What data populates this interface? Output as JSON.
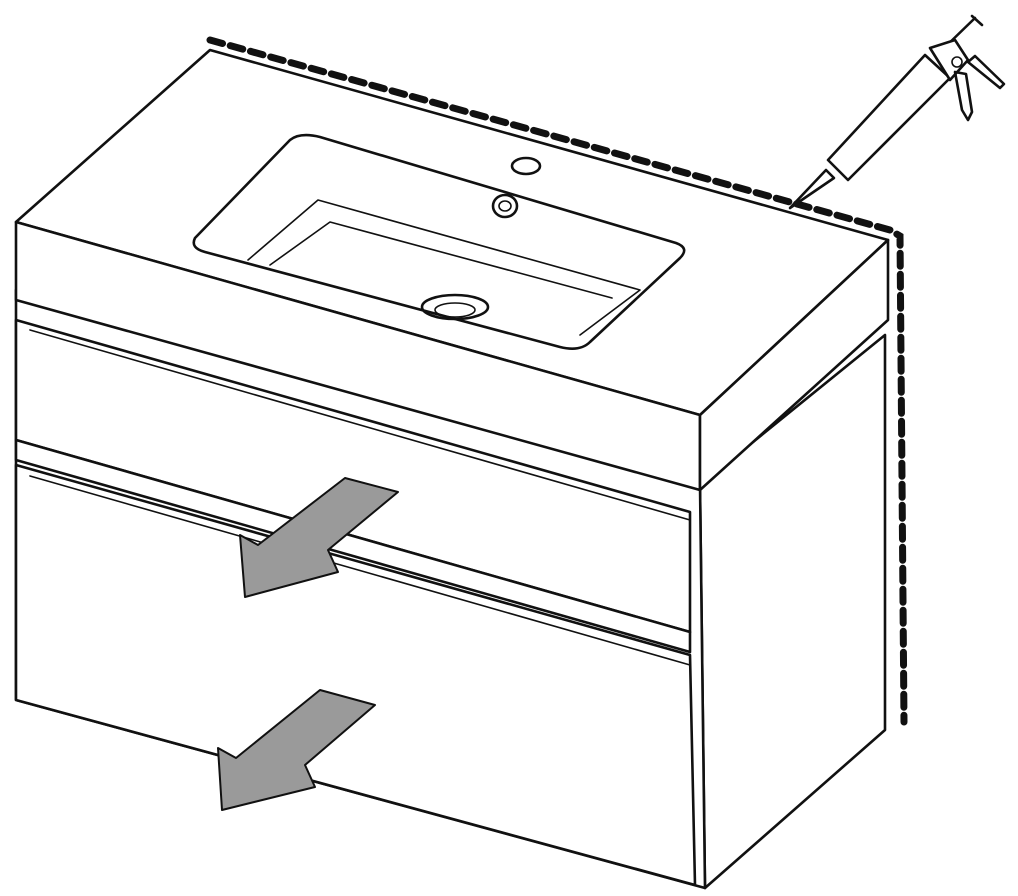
{
  "colors": {
    "line": "#111111",
    "background": "#ffffff",
    "arrow_fill": "#9a9a9a",
    "face_fill": "#ffffff"
  },
  "components": {
    "cabinet": "vanity-cabinet",
    "basin": "washbasin",
    "drawers": [
      "upper-drawer",
      "lower-drawer"
    ],
    "arrows": [
      "pull-out-arrow-upper",
      "pull-out-arrow-lower"
    ],
    "tool": "caulking-gun-icon",
    "seal": "silicone-seal-line"
  }
}
